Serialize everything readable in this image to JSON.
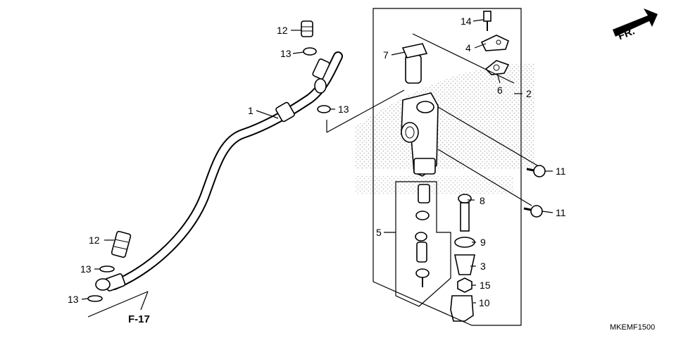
{
  "labels": {
    "p1": "1",
    "p2": "2",
    "p3": "3",
    "p4": "4",
    "p5": "5",
    "p6": "6",
    "p7": "7",
    "p8": "8",
    "p9": "9",
    "p10": "10",
    "p11a": "11",
    "p11b": "11",
    "p12a": "12",
    "p12b": "12",
    "p13a": "13",
    "p13b": "13",
    "p13c": "13",
    "p13d": "13",
    "p14": "14",
    "p15": "15"
  },
  "direction_label": "FR.",
  "reference_label": "F-17",
  "diagram_code": "MKEMF1500"
}
